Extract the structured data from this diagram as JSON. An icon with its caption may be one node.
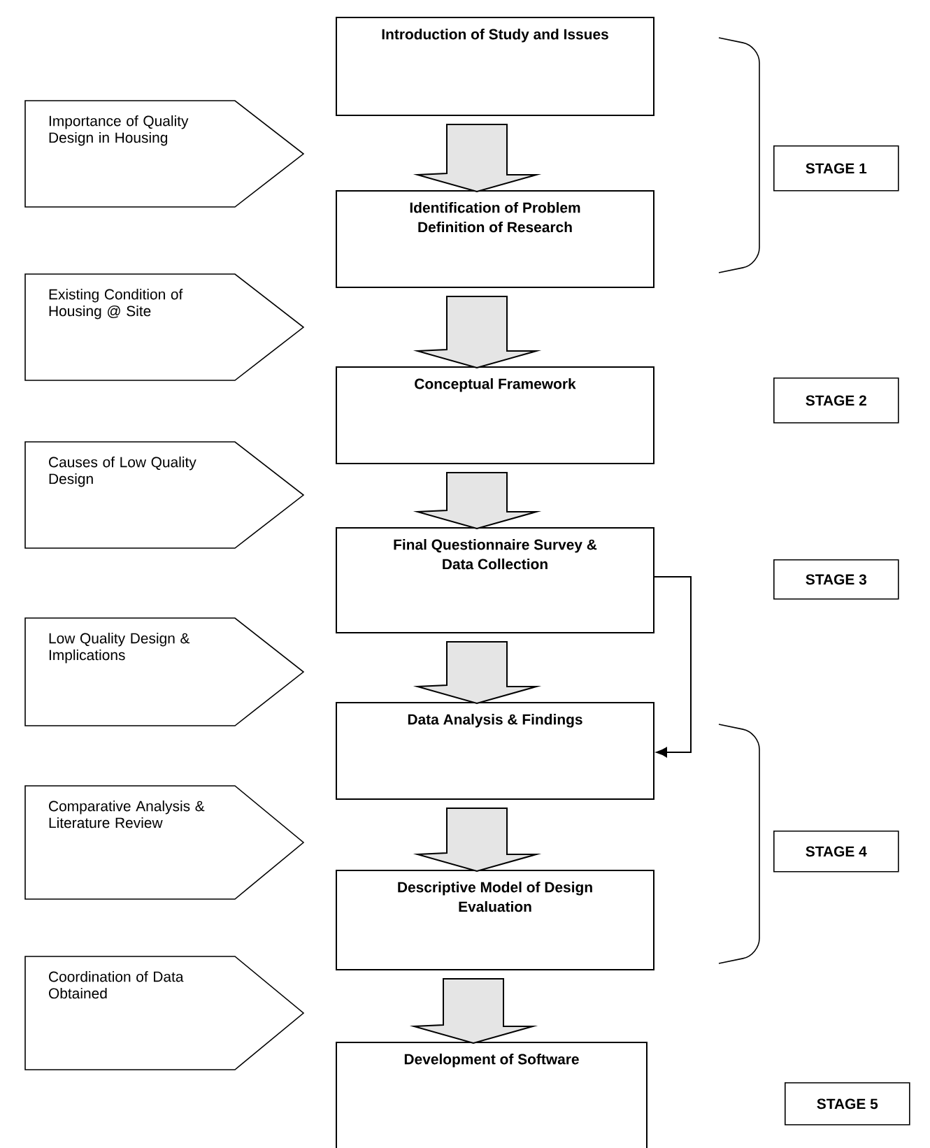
{
  "diagram": {
    "nodes": [
      {
        "text": [
          "Introduction of Study and Issues"
        ]
      },
      {
        "text": [
          "Identification of Problem Definition of Research"
        ]
      },
      {
        "text": [
          "Conceptual Framework"
        ]
      },
      {
        "text": [
          "Final Questionnaire Survey & Data Collection"
        ]
      },
      {
        "text": [
          "Data Analysis & Findings"
        ]
      },
      {
        "text": [
          "Descriptive Model of Design Evaluation"
        ]
      },
      {
        "text": [
          "Development of Software"
        ]
      },
      {
        "text": [
          "Importance of Quality Design in Housing"
        ]
      },
      {
        "text": [
          "Existing Condition of Housing @ Site"
        ]
      },
      {
        "text": [
          "Causes of Low Quality Design"
        ]
      },
      {
        "text": [
          "Low Quality Design & Implications"
        ]
      },
      {
        "text": [
          "Comparative Analysis & Literature Review"
        ]
      },
      {
        "text": [
          "Coordination of Data Obtained"
        ]
      },
      {
        "text": [
          "STAGE 1"
        ]
      },
      {
        "text": [
          "STAGE 2"
        ]
      },
      {
        "text": [
          "STAGE 3"
        ]
      },
      {
        "text": [
          "STAGE 4"
        ]
      },
      {
        "text": [
          "STAGE 5"
        ]
      }
    ],
    "edges": [
      {
        "from": 0,
        "to": 1,
        "arrow": "to"
      },
      {
        "from": 1,
        "to": 2,
        "arrow": "to"
      },
      {
        "from": 2,
        "to": 3,
        "arrow": "to"
      },
      {
        "from": 3,
        "to": 4,
        "arrow": "to"
      },
      {
        "from": 4,
        "to": 5,
        "arrow": "to"
      },
      {
        "from": 5,
        "to": 6,
        "arrow": "to"
      },
      {
        "from": 3,
        "to": 4,
        "arrow": "to"
      }
    ]
  }
}
